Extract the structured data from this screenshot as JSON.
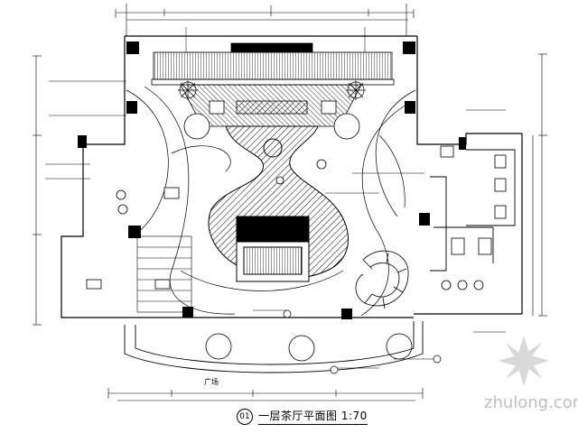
{
  "drawing": {
    "title": "一层茶厅平面图 1:70",
    "index_number": "01",
    "ground_label": "广场"
  },
  "watermark": {
    "text": "zhulong.com",
    "logo_icon": "zhulong-logo-icon"
  },
  "colors": {
    "line": "#000000",
    "hatch": "#000000",
    "background": "#ffffff",
    "watermark": "#bfbfbf"
  }
}
